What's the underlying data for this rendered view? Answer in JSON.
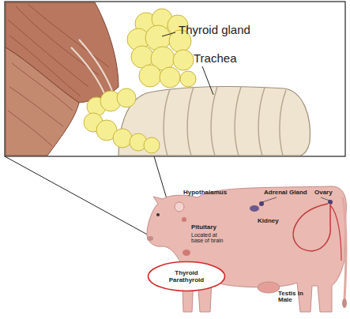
{
  "diagram": {
    "nodes": [
      {
        "text": [
          "Thyroid Parathyroid"
        ]
      }
    ],
    "labels": [
      "Thyroid gland",
      "Trachea",
      "Hypothalamus",
      "Adrenal Gland",
      "Ovary",
      "Kidney",
      "Pituitary",
      "Located at base of brain",
      "Testis in Male"
    ]
  }
}
